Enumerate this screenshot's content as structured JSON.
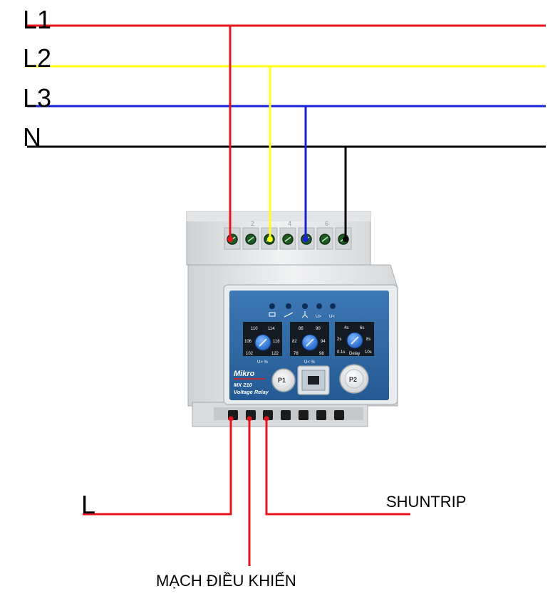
{
  "buses": [
    {
      "label": "L1",
      "color": "#e8141b"
    },
    {
      "label": "L2",
      "color": "#ffff1a"
    },
    {
      "label": "L3",
      "color": "#1822d6"
    },
    {
      "label": "N",
      "color": "#000000"
    }
  ],
  "outputs": {
    "left_label": "L",
    "right_label": "SHUNTRIP",
    "bottom_label": "MẠCH ĐIỀU KHIỂN",
    "wire_color": "#e8141b"
  },
  "device": {
    "brand": "Mikro",
    "model": "MX 210",
    "name": "Voltage Relay",
    "top_terminal_numbers": [
      "2",
      "4",
      "6"
    ],
    "indicator_labels": [
      "U>",
      "U<"
    ],
    "dial_1": {
      "ticks": [
        "110",
        "114",
        "106",
        "118",
        "102",
        "122"
      ],
      "unit": "U> %"
    },
    "dial_2": {
      "ticks": [
        "86",
        "90",
        "82",
        "94",
        "78",
        "98"
      ],
      "unit": "U< %"
    },
    "dial_3": {
      "ticks": [
        "4s",
        "6s",
        "2s",
        "8s",
        "0.1s",
        "10s"
      ],
      "unit": "Delay"
    },
    "button_1": "P1",
    "button_2": "P2",
    "panel_color": "#2e6aa6"
  }
}
